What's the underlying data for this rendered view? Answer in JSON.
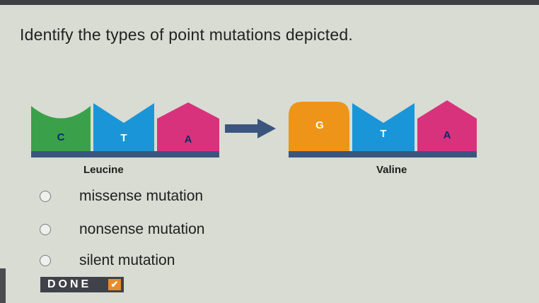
{
  "question": {
    "text": "Identify the types of point mutations depicted."
  },
  "diagram": {
    "original_codon": {
      "nucleotides": [
        {
          "letter": "C",
          "color": "#3aa14a"
        },
        {
          "letter": "T",
          "color": "#1a96d8"
        },
        {
          "letter": "A",
          "color": "#d9327c"
        }
      ],
      "amino_acid": "Leucine"
    },
    "mutated_codon": {
      "nucleotides": [
        {
          "letter": "G",
          "color": "#ee9418"
        },
        {
          "letter": "T",
          "color": "#1a96d8"
        },
        {
          "letter": "A",
          "color": "#d9327c"
        }
      ],
      "amino_acid": "Valine"
    },
    "backbone_color": "#3b567e",
    "arrow_color": "#3b567e"
  },
  "options": [
    {
      "label": "missense mutation"
    },
    {
      "label": "nonsense mutation"
    },
    {
      "label": "silent mutation"
    }
  ],
  "done_button": {
    "label": "DONE",
    "icon": "check-icon",
    "accent": "#e88b2c"
  }
}
